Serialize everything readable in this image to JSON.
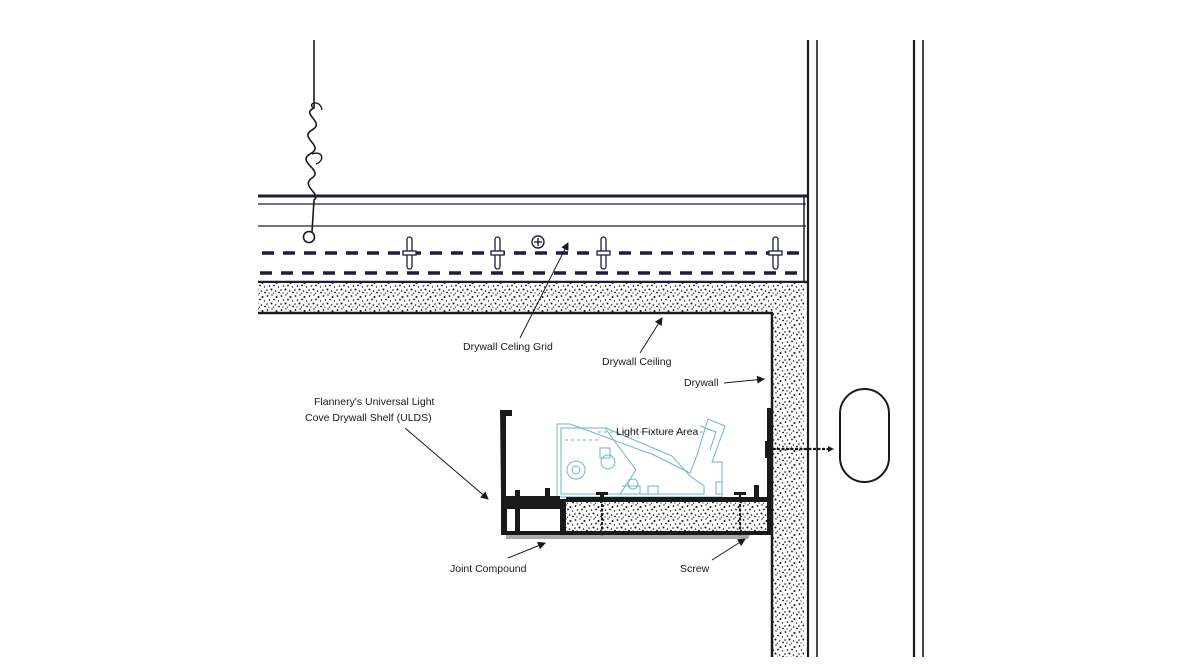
{
  "labels": {
    "grid": "Drywall Celing Grid",
    "ceiling": "Drywall Ceiling",
    "drywall": "Drywall",
    "ulds_line1": "Flannery's Universal Light",
    "ulds_line2": "Cove Drywall Shelf (ULDS)",
    "fixture": "Light Fixture Area",
    "joint": "Joint Compound",
    "screw": "Screw"
  },
  "colors": {
    "line": "#1a1a1a",
    "grid": "#1e1e3c",
    "fixture": "#6fb6c6",
    "background": "#ffffff"
  }
}
